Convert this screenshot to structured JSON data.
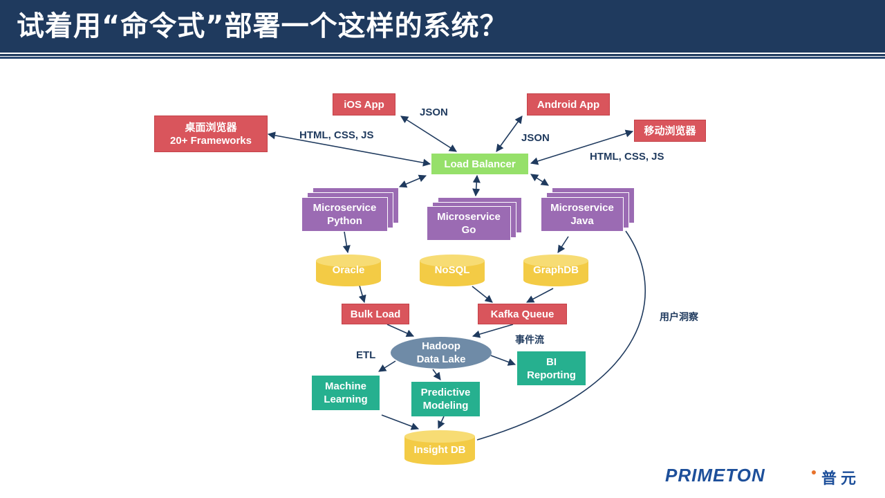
{
  "header": {
    "title": "试着用“命令式”部署一个这样的系统？"
  },
  "nodes": {
    "ios_app": "iOS App",
    "android_app": "Android App",
    "desktop_browser_line1": "桌面浏览器",
    "desktop_browser_line2": "20+ Frameworks",
    "mobile_browser": "移动浏览器",
    "load_balancer": "Load Balancer",
    "ms_python_line1": "Microservice",
    "ms_python_line2": "Python",
    "ms_go_line1": "Microservice",
    "ms_go_line2": "Go",
    "ms_java_line1": "Microservice",
    "ms_java_line2": "Java",
    "oracle": "Oracle",
    "nosql": "NoSQL",
    "graphdb": "GraphDB",
    "bulk_load": "Bulk Load",
    "kafka_queue": "Kafka Queue",
    "hadoop_line1": "Hadoop",
    "hadoop_line2": "Data Lake",
    "bi_line1": "BI",
    "bi_line2": "Reporting",
    "ml_line1": "Machine",
    "ml_line2": "Learning",
    "pm_line1": "Predictive",
    "pm_line2": "Modeling",
    "insight_db": "Insight DB"
  },
  "edge_labels": {
    "json_ios": "JSON",
    "json_android": "JSON",
    "html_desktop": "HTML, CSS, JS",
    "html_mobile": "HTML, CSS, JS",
    "etl": "ETL",
    "event_stream": "事件流",
    "user_insight": "用户洞察"
  },
  "logo": {
    "brand": "PRIMETON",
    "cn": "普元"
  },
  "colors": {
    "title_bar": "#1f3a5e",
    "client_red": "#d9555c",
    "load_balancer_green": "#96e06a",
    "microservice_purple": "#9b6bb3",
    "database_yellow": "#f3cb45",
    "analytics_teal": "#26b08f",
    "hadoop_gray_blue": "#6f8ba7",
    "arrow_navy": "#1f3a5e"
  }
}
